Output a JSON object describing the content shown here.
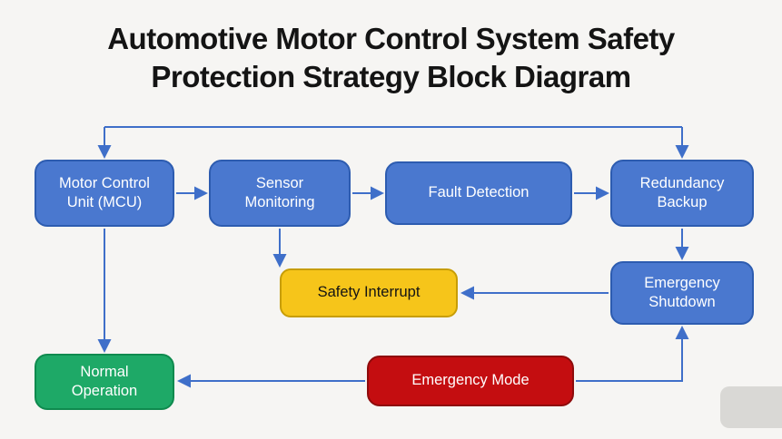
{
  "title": {
    "line1": "Automotive Motor Control System Safety",
    "line2": "Protection Strategy Block Diagram"
  },
  "nodes": {
    "mcu": {
      "label": "Motor Control Unit (MCU)",
      "color": "#4a78cf"
    },
    "sensor_monitoring": {
      "label": "Sensor Monitoring",
      "color": "#4a78cf"
    },
    "fault_detection": {
      "label": "Fault Detection",
      "color": "#4a78cf"
    },
    "redundancy_backup": {
      "label": "Redundancy Backup",
      "color": "#4a78cf"
    },
    "emergency_shutdown": {
      "label": "Emergency Shutdown",
      "color": "#4a78cf"
    },
    "safety_interrupt": {
      "label": "Safety Interrupt",
      "color": "#f6c51a"
    },
    "normal_operation": {
      "label": "Normal Operation",
      "color": "#1ea967"
    },
    "emergency_mode": {
      "label": "Emergency Mode",
      "color": "#c40d10"
    }
  },
  "edges": [
    {
      "from": "mcu",
      "to": "redundancy_backup",
      "route": "top-feedback-line"
    },
    {
      "from": "mcu",
      "to": "sensor_monitoring"
    },
    {
      "from": "sensor_monitoring",
      "to": "fault_detection"
    },
    {
      "from": "fault_detection",
      "to": "redundancy_backup"
    },
    {
      "from": "redundancy_backup",
      "to": "emergency_shutdown"
    },
    {
      "from": "emergency_shutdown",
      "to": "safety_interrupt"
    },
    {
      "from": "sensor_monitoring",
      "to": "safety_interrupt"
    },
    {
      "from": "mcu",
      "to": "normal_operation"
    },
    {
      "from": "emergency_mode",
      "to": "normal_operation"
    },
    {
      "from": "emergency_mode",
      "to": "emergency_shutdown"
    }
  ],
  "colors": {
    "background": "#f6f5f3",
    "connector": "#3f6fc9",
    "node_blue": "#4a78cf",
    "node_yellow": "#f6c51a",
    "node_green": "#1ea967",
    "node_red": "#c40d10",
    "title_text": "#141414"
  }
}
